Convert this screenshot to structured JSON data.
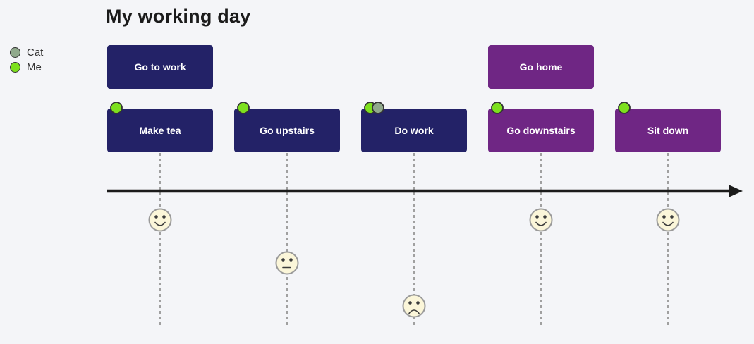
{
  "title": "My working day",
  "legend": {
    "actors": [
      {
        "name": "Cat",
        "color": "#90a98c"
      },
      {
        "name": "Me",
        "color": "#7de01e"
      }
    ]
  },
  "sections": [
    {
      "label": "Go to work",
      "color": "#232267"
    },
    {
      "label": "Go home",
      "color": "#6f2684"
    }
  ],
  "tasks": [
    {
      "label": "Make tea",
      "score": 5,
      "face": "happy",
      "actors": [
        "Me"
      ],
      "section": 0
    },
    {
      "label": "Go upstairs",
      "score": 3,
      "face": "neutral",
      "actors": [
        "Me"
      ],
      "section": 0
    },
    {
      "label": "Do work",
      "score": 1,
      "face": "sad",
      "actors": [
        "Me",
        "Cat"
      ],
      "section": 0
    },
    {
      "label": "Go downstairs",
      "score": 5,
      "face": "happy",
      "actors": [
        "Me"
      ],
      "section": 1
    },
    {
      "label": "Sit down",
      "score": 5,
      "face": "happy",
      "actors": [
        "Me"
      ],
      "section": 1
    }
  ],
  "colors": {
    "background": "#f4f5f8",
    "title_text": "#1b1b1b",
    "legend_text": "#333333",
    "task_text": "#ffffff",
    "dot_stroke": "#333333",
    "timeline_arrow": "#1b1b1b",
    "guide_line": "#a0a0a0",
    "face_fill": "#fbf6d9",
    "face_stroke": "#9a9a9a",
    "face_feature": "#3c3c3c"
  }
}
